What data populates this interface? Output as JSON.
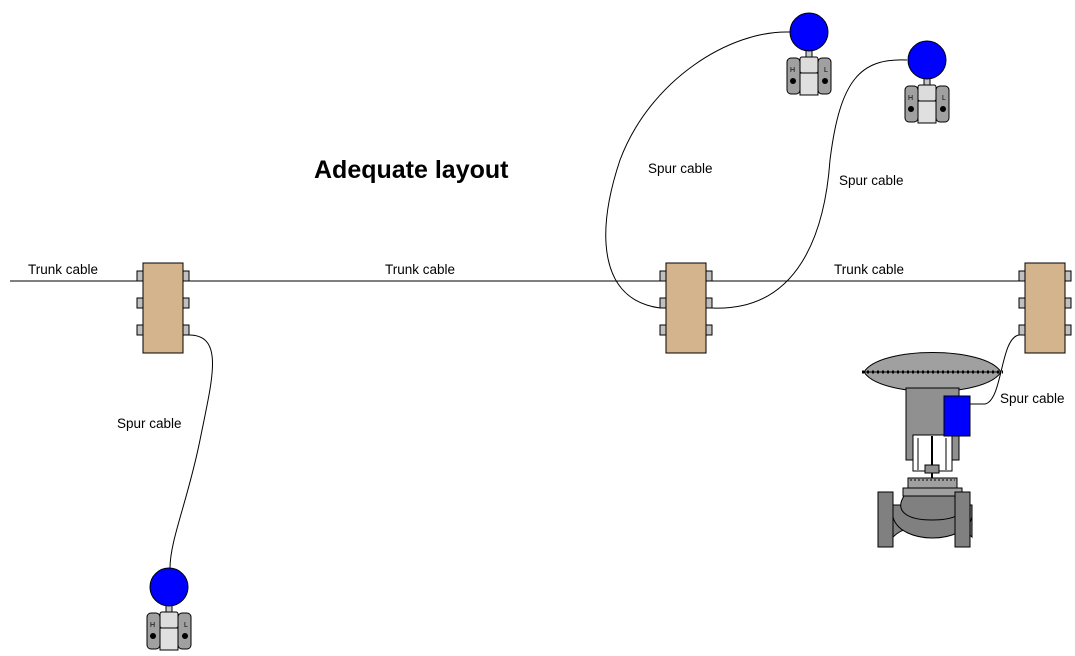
{
  "diagram": {
    "title": "Adequate layout",
    "trunk_labels": [
      "Trunk cable",
      "Trunk cable",
      "Trunk cable"
    ],
    "spur_labels": [
      "Spur cable",
      "Spur cable",
      "Spur cable",
      "Spur cable"
    ],
    "transmitter_port_labels": {
      "high": "H",
      "low": "L"
    },
    "colors": {
      "junction_box": "#d4b48c",
      "port": "#c0c0c0",
      "transmitter_head": "#0000ff",
      "transmitter_body": "#a0a0a0",
      "valve_body": "#808080",
      "valve_positioner": "#0000ff"
    }
  }
}
